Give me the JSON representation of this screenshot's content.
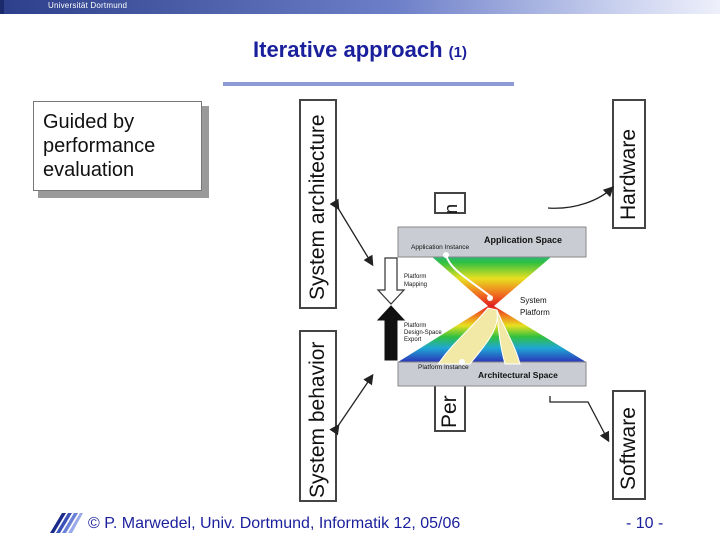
{
  "header": {
    "university": "Universität Dortmund"
  },
  "slide": {
    "title": "Iterative approach",
    "title_suffix": "(1)"
  },
  "callout": {
    "lines": [
      "Guided by",
      "performance",
      "evaluation"
    ]
  },
  "boxes": {
    "system_architecture": "System architecture",
    "system_behavior": "System behavior",
    "hardware": "Hardware",
    "software": "Software",
    "performance_partial": "Per",
    "top_partial": "n"
  },
  "diagram": {
    "application_instance": "Application Instance",
    "application_space": "Application Space",
    "platform_mapping": [
      "Platform",
      "Mapping"
    ],
    "system_platform": [
      "System",
      "Platform"
    ],
    "platform_dse": [
      "Platform",
      "Design-Space",
      "Export"
    ],
    "platform_instance": "Platform Instance",
    "architectural_space": "Architectural Space"
  },
  "footer": {
    "text": "© P. Marwedel, Univ. Dortmund, Informatik 12, 05/06",
    "page": "- 10 -"
  },
  "colors": {
    "title": "#1a1f9c",
    "header_start": "#2d3f8a",
    "rule": "#8c9ad6"
  }
}
